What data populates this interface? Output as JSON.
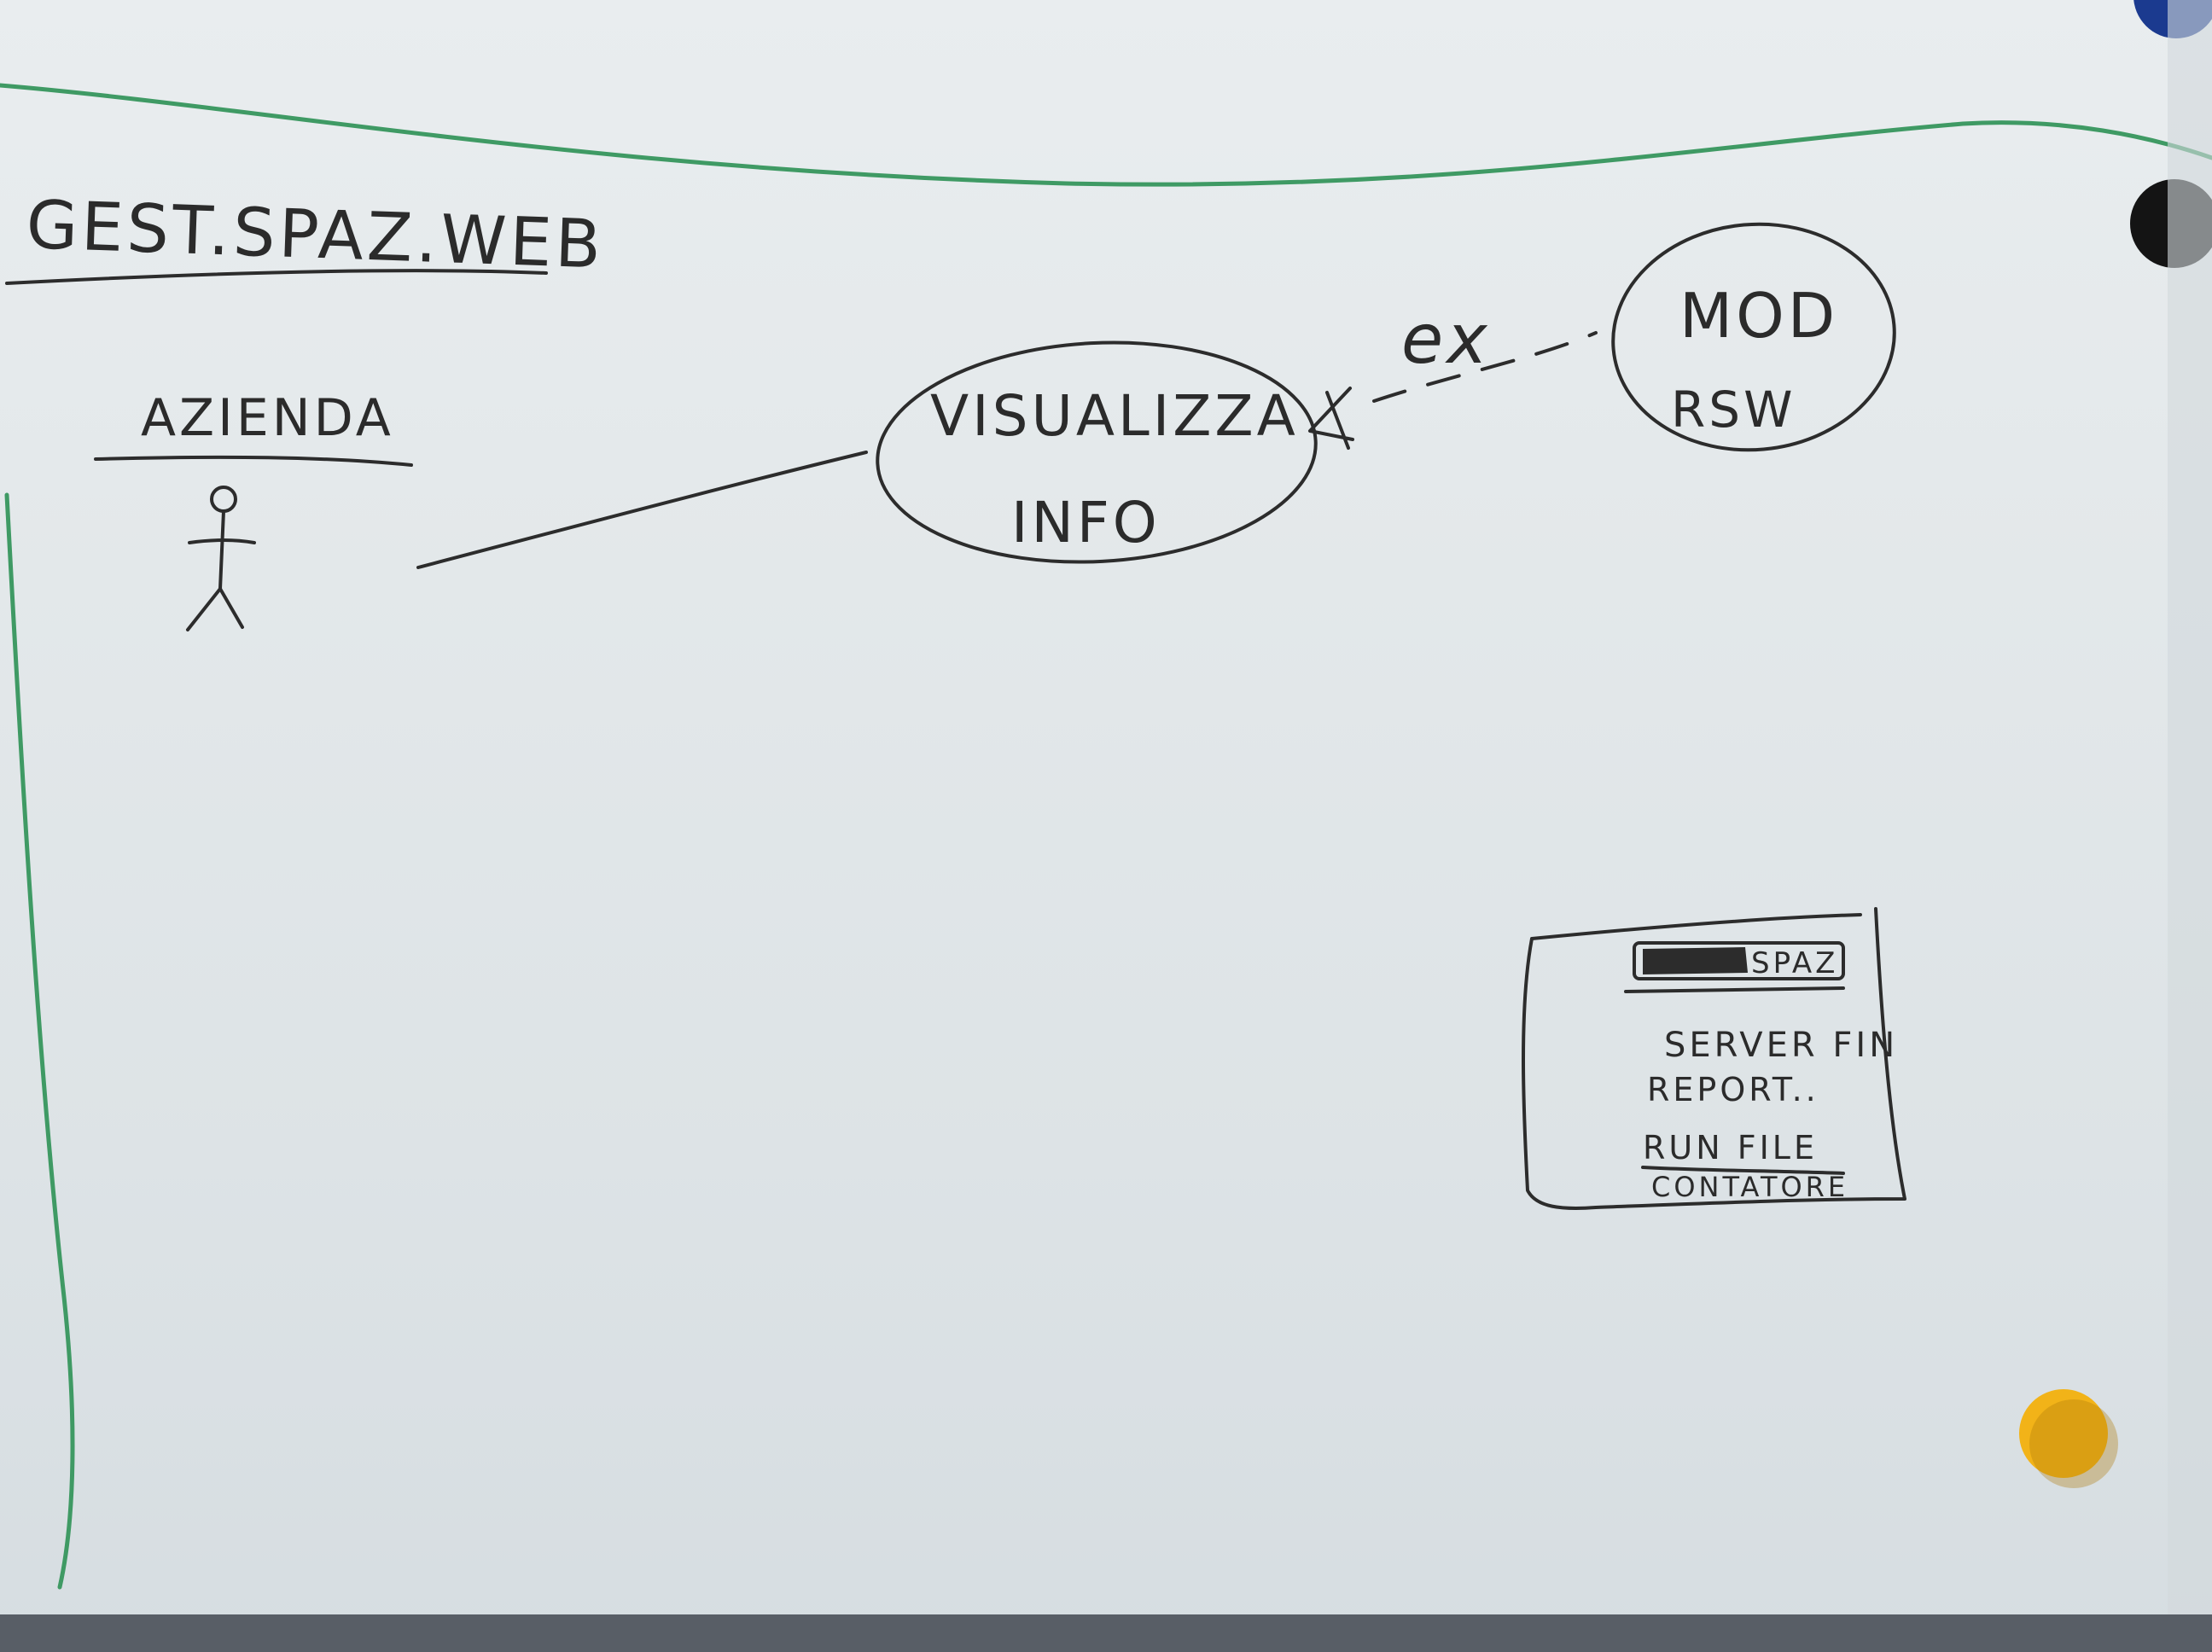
{
  "board": {
    "title": "GEST.SPAZ.WEB",
    "actor": {
      "label": "AZIENDA"
    },
    "use_case_main": {
      "line1": "VISUALIZZA",
      "line2": "INFO"
    },
    "extend_label": "ex",
    "use_case_secondary": {
      "line1": "MOD",
      "line2": "RSW"
    },
    "screen_mockup": {
      "header": "SPAZ",
      "lines": [
        "SERVER FIN",
        "REPORT..",
        "RUN FILE",
        "CONTATORE"
      ]
    },
    "magnets": {
      "colors": {
        "black": "#141414",
        "blue": "#1b3a8f",
        "yellow": "#f2b318"
      }
    },
    "ink_colors": {
      "marker_black": "#2c2c2c",
      "marker_green": "#3f9a64"
    }
  }
}
